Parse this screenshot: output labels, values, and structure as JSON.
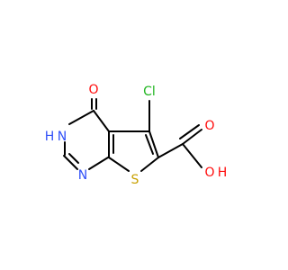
{
  "molecule": {
    "atoms": {
      "carbonyl_oxygen": {
        "label": "O",
        "color": "#ff0d0d"
      },
      "ring_nh": {
        "label": "H",
        "n_label": "N",
        "color": "#3050f8"
      },
      "ring_n": {
        "label": "N",
        "color": "#3050f8"
      },
      "sulfur": {
        "label": "S",
        "color": "#c8a000"
      },
      "chlorine": {
        "label": "Cl",
        "color": "#1fb51f"
      },
      "acid_carbonyl_oxygen": {
        "label": "O",
        "color": "#ff0d0d"
      },
      "hydroxyl_oxygen": {
        "label": "O",
        "h_label": "H",
        "color": "#ff0d0d"
      }
    },
    "bond_color": "#000000"
  }
}
